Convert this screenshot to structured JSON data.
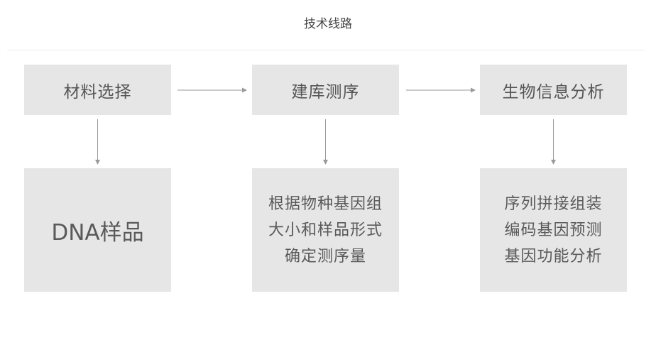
{
  "title": "技术线路",
  "steps": [
    {
      "label": "材料选择",
      "detail_lines": [
        "DNA样品"
      ]
    },
    {
      "label": "建库测序",
      "detail_lines": [
        "根据物种基因组",
        "大小和样品形式",
        "确定测序量"
      ]
    },
    {
      "label": "生物信息分析",
      "detail_lines": [
        "序列拼接组装",
        "编码基因预测",
        "基因功能分析"
      ]
    }
  ],
  "colors": {
    "box_fill": "#e6e6e6",
    "arrow": "#9a9a9a",
    "text": "#555555",
    "divider": "#ececec"
  }
}
